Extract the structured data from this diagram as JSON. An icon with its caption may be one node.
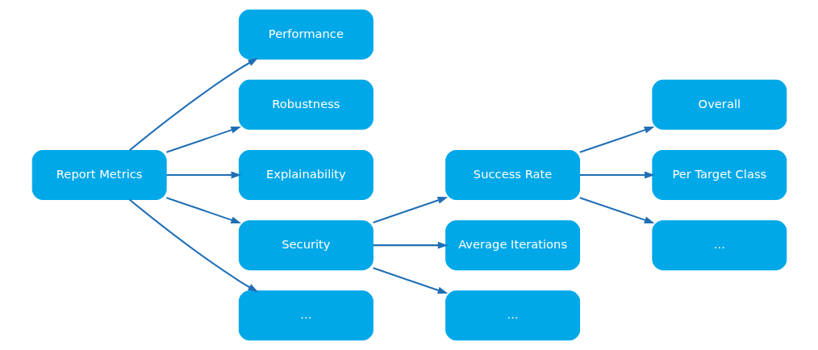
{
  "diagram": {
    "nodes": [
      {
        "text": [
          "Report Metrics"
        ]
      },
      {
        "text": [
          "Performance"
        ]
      },
      {
        "text": [
          "Robustness"
        ]
      },
      {
        "text": [
          "Explainability"
        ]
      },
      {
        "text": [
          "Security"
        ]
      },
      {
        "text": [
          "..."
        ]
      },
      {
        "text": [
          "Success Rate"
        ]
      },
      {
        "text": [
          "Average Iterations"
        ]
      },
      {
        "text": [
          "..."
        ]
      },
      {
        "text": [
          "Overall"
        ]
      },
      {
        "text": [
          "Per Target Class"
        ]
      },
      {
        "text": [
          "..."
        ]
      }
    ],
    "edges": [
      {
        "from": 0,
        "to": 1,
        "arrow": "to"
      },
      {
        "from": 0,
        "to": 2,
        "arrow": "to"
      },
      {
        "from": 0,
        "to": 3,
        "arrow": "to"
      },
      {
        "from": 0,
        "to": 4,
        "arrow": "to"
      },
      {
        "from": 0,
        "to": 5,
        "arrow": "to"
      },
      {
        "from": 4,
        "to": 6,
        "arrow": "to"
      },
      {
        "from": 4,
        "to": 7,
        "arrow": "to"
      },
      {
        "from": 4,
        "to": 8,
        "arrow": "to"
      },
      {
        "from": 6,
        "to": 9,
        "arrow": "to"
      },
      {
        "from": 6,
        "to": 10,
        "arrow": "to"
      },
      {
        "from": 6,
        "to": 11,
        "arrow": "to"
      }
    ]
  }
}
